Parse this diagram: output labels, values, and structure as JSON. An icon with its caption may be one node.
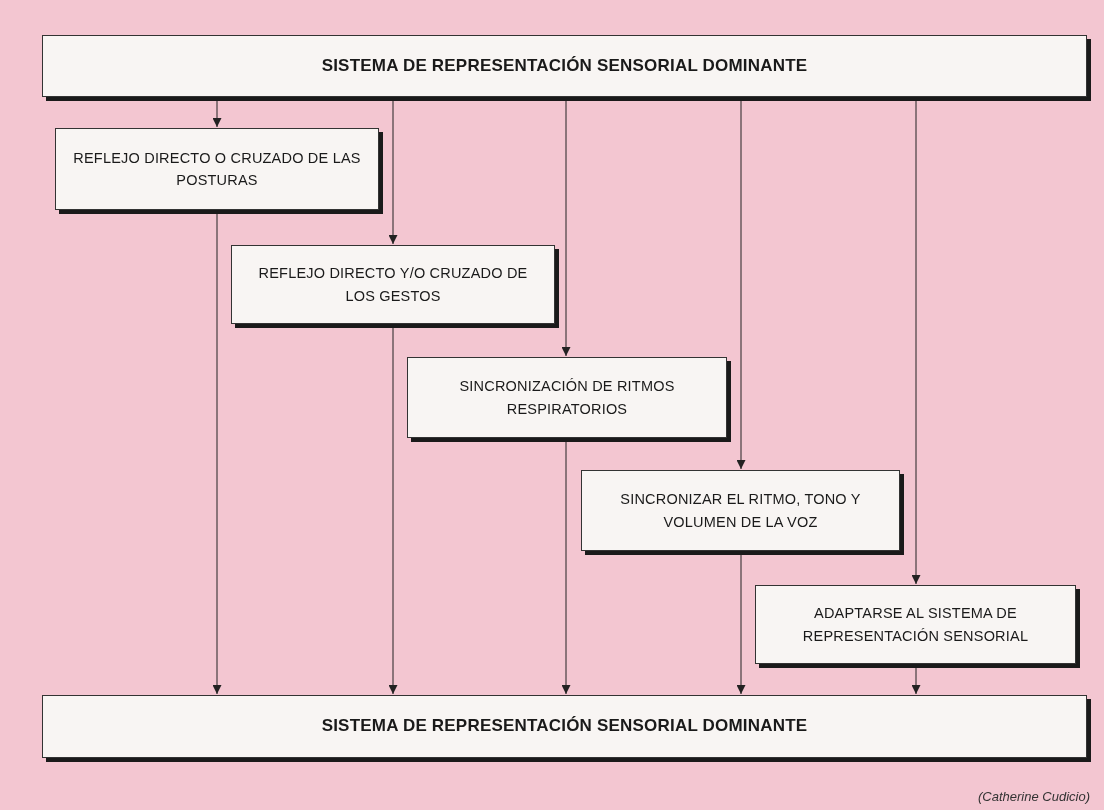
{
  "diagram": {
    "caption": "(Catherine Cudicio)",
    "nodes": [
      {
        "text": [
          "SISTEMA DE REPRESENTACIÓN SENSORIAL DOMINANTE"
        ]
      },
      {
        "text": [
          "REFLEJO DIRECTO O CRUZADO DE LAS POSTURAS"
        ]
      },
      {
        "text": [
          "REFLEJO DIRECTO Y/O CRUZADO DE LOS GESTOS"
        ]
      },
      {
        "text": [
          "SINCRONIZACIÓN DE RITMOS RESPIRATORIOS"
        ]
      },
      {
        "text": [
          "SINCRONIZAR EL RITMO, TONO Y VOLUMEN DE LA VOZ"
        ]
      },
      {
        "text": [
          "ADAPTARSE AL SISTEMA DE REPRESENTACIÓN SENSORIAL"
        ]
      },
      {
        "text": [
          "SISTEMA DE REPRESENTACIÓN SENSORIAL DOMINANTE"
        ]
      }
    ],
    "edges": [
      {
        "from": 0,
        "to": 1,
        "arrow": "to"
      },
      {
        "from": 0,
        "to": 2,
        "arrow": "to"
      },
      {
        "from": 0,
        "to": 3,
        "arrow": "to"
      },
      {
        "from": 0,
        "to": 4,
        "arrow": "to"
      },
      {
        "from": 0,
        "to": 5,
        "arrow": "to"
      },
      {
        "from": 1,
        "to": 6,
        "arrow": "to"
      },
      {
        "from": 2,
        "to": 6,
        "arrow": "to"
      },
      {
        "from": 3,
        "to": 6,
        "arrow": "to"
      },
      {
        "from": 4,
        "to": 6,
        "arrow": "to"
      },
      {
        "from": 5,
        "to": 6,
        "arrow": "to"
      }
    ]
  }
}
